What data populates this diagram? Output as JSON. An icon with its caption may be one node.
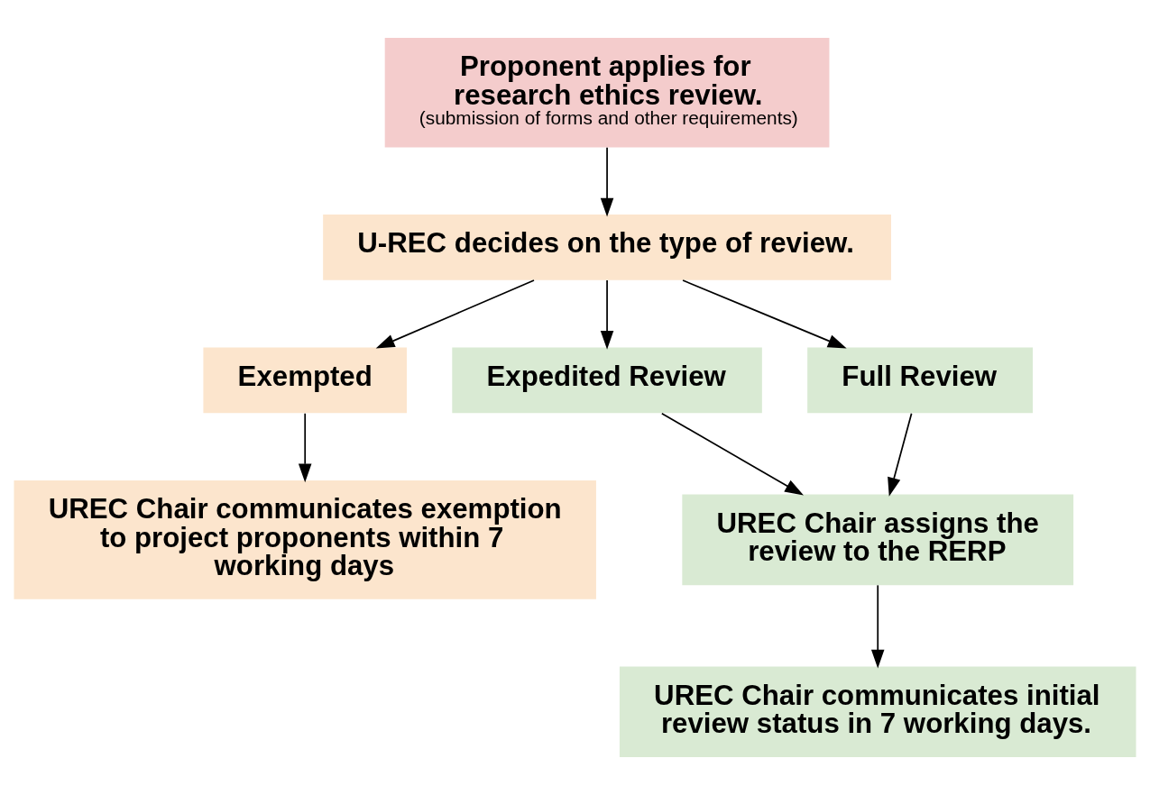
{
  "diagram": {
    "nodes": [
      {
        "text": [
          "Proponent applies for research ethics review.",
          "(submission of forms and other requirements)"
        ]
      },
      {
        "text": [
          "U-REC decides on the type of review."
        ]
      },
      {
        "text": [
          "Exempted"
        ]
      },
      {
        "text": [
          "Expedited Review"
        ]
      },
      {
        "text": [
          "Full Review"
        ]
      },
      {
        "text": [
          "UREC Chair communicates exemption to project proponents within 7 working days"
        ]
      },
      {
        "text": [
          "UREC Chair assigns the review to the RERP"
        ]
      },
      {
        "text": [
          "UREC Chair communicates initial review status in 7 working days."
        ]
      }
    ],
    "edges": [
      {
        "from": 0,
        "to": 1,
        "arrow": "to"
      },
      {
        "from": 1,
        "to": 2,
        "arrow": "to"
      },
      {
        "from": 1,
        "to": 3,
        "arrow": "to"
      },
      {
        "from": 1,
        "to": 4,
        "arrow": "to"
      },
      {
        "from": 2,
        "to": 5,
        "arrow": "to"
      },
      {
        "from": 3,
        "to": 6,
        "arrow": "to"
      },
      {
        "from": 4,
        "to": 6,
        "arrow": "to"
      },
      {
        "from": 6,
        "to": 7,
        "arrow": "to"
      }
    ]
  }
}
